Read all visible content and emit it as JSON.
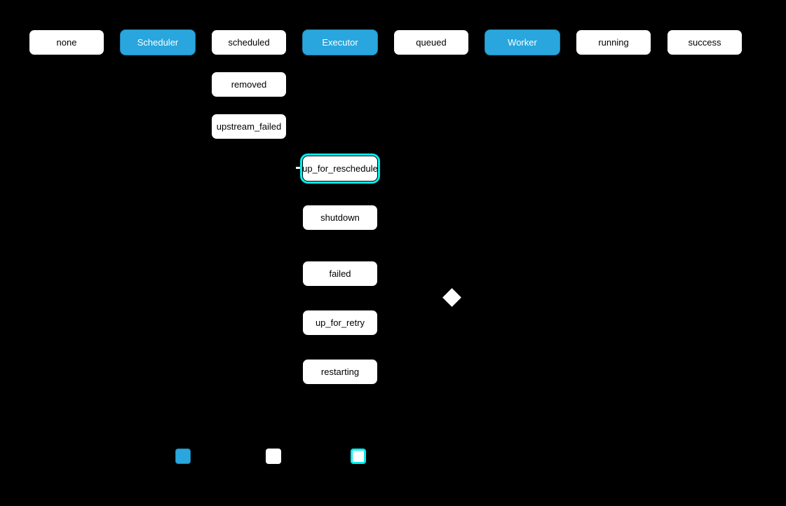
{
  "colors": {
    "background": "#000000",
    "state_fill": "#ffffff",
    "state_text": "#000000",
    "component_fill": "#29a6dd",
    "component_border": "#1d83b4",
    "component_text": "#ffffff",
    "highlight_ring": "#00efef",
    "diamond_fill": "#ffffff"
  },
  "top_row": {
    "none": "none",
    "scheduler": "Scheduler",
    "scheduled": "scheduled",
    "executor": "Executor",
    "queued": "queued",
    "worker": "Worker",
    "running": "running",
    "success": "success"
  },
  "scheduled_column": {
    "removed": "removed",
    "upstream_failed": "upstream_failed"
  },
  "executor_column": {
    "up_for_reschedule": "up_for_reschedule",
    "shutdown": "shutdown",
    "failed": "failed",
    "up_for_retry": "up_for_retry",
    "restarting": "restarting"
  },
  "legend": {
    "component_swatch_color": "#29a6dd",
    "state_swatch_color": "#ffffff",
    "highlighted_swatch_ring_color": "#00efef"
  }
}
